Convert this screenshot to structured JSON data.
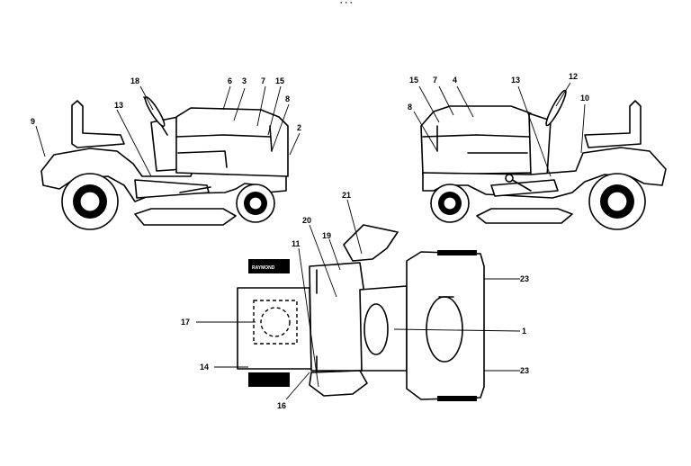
{
  "diagram": {
    "top_mark": "· · ·",
    "callouts": {
      "left_9": "9",
      "left_18": "18",
      "left_13": "13",
      "left_6": "6",
      "left_3": "3",
      "left_7": "7",
      "left_15": "15",
      "left_8": "8",
      "left_2": "2",
      "right_15": "15",
      "right_7": "7",
      "right_4": "4",
      "right_13": "13",
      "right_12": "12",
      "right_8": "8",
      "right_10": "10",
      "top_21": "21",
      "top_20": "20",
      "top_19": "19",
      "top_11": "11",
      "top_17": "17",
      "top_14": "14",
      "top_16": "16",
      "top_1": "1",
      "top_23a": "23",
      "top_23b": "23"
    },
    "decal_text": "RAYMOND"
  }
}
